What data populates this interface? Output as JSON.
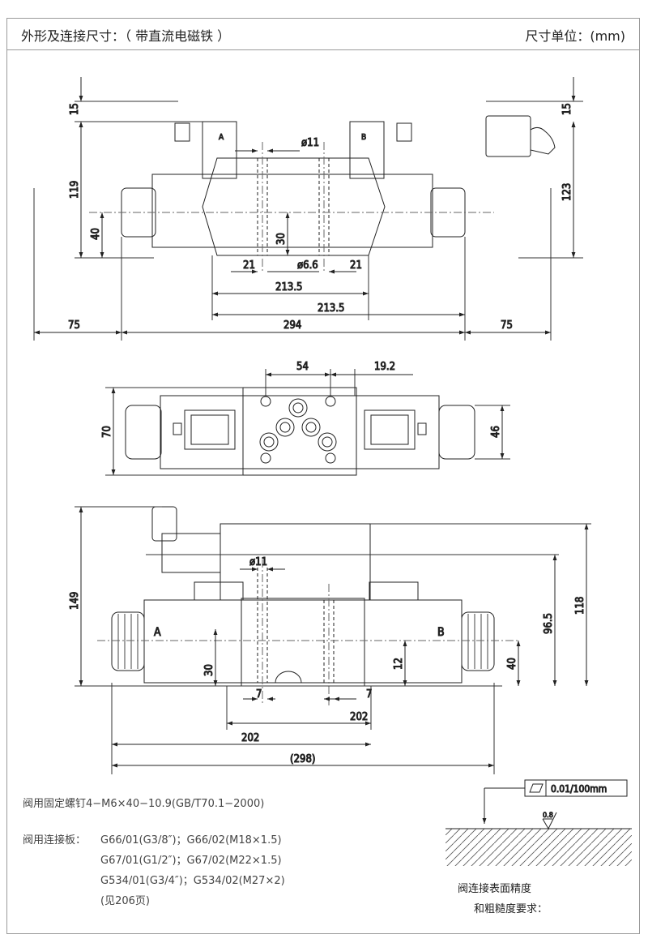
{
  "header": {
    "title": "外形及连接尺寸：（ 带直流电磁铁 ）",
    "units": "尺寸单位：(mm)"
  },
  "front_view": {
    "dims": {
      "d15_left": "15",
      "d119": "119",
      "d40": "40",
      "d30": "30",
      "phi11": "ø11",
      "phi66": "ø6.6",
      "d21_left": "21",
      "d21_right": "21",
      "d2135_a": "213.5",
      "d2135_b": "213.5",
      "d75_left": "75",
      "d294": "294",
      "d75_right": "75",
      "d15_right": "15",
      "d123": "123"
    },
    "solenoid_labels": {
      "a": "A",
      "b": "B"
    }
  },
  "top_view": {
    "dims": {
      "d54": "54",
      "d192": "19.2",
      "d70": "70",
      "d46": "46"
    }
  },
  "side_view": {
    "dims": {
      "d149": "149",
      "phi11": "ø11",
      "d30": "30",
      "d7_left": "7",
      "d7_right": "7",
      "d12": "12",
      "d40": "40",
      "d965": "96.5",
      "d118": "118",
      "d202_a": "202",
      "d202_b": "202",
      "d298": "(298)"
    },
    "labels": {
      "a": "A",
      "b": "B"
    }
  },
  "notes": {
    "screws": "阀用固定螺钉4−M6×40−10.9(GB/T70.1−2000)",
    "plate_label": "阀用连接板：",
    "plate_line1": "G66/01(G3/8″)；G66/02(M18×1.5)",
    "plate_line2": "G67/01(G1/2″)；G67/02(M22×1.5)",
    "plate_line3": "G534/01(G3/4″)；G534/02(M27×2)",
    "plate_line4": "(见206页)"
  },
  "surface": {
    "flatness": "0.01/100mm",
    "roughness": "0.8",
    "caption_line1": "阀连接表面精度",
    "caption_line2": "和粗糙度要求："
  }
}
